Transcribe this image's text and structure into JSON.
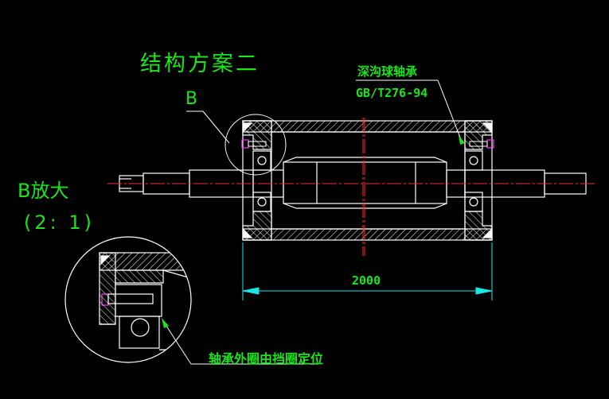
{
  "labels": {
    "title": "结构方案二",
    "detail_mark": "B",
    "detail_title": "B放大",
    "detail_scale": "(2: 1)",
    "bearing_name": "深沟球轴承",
    "bearing_standard": "GB/T276-94",
    "dimension": "2000",
    "note": "轴承外圈由挡圈定位"
  },
  "colors": {
    "background": "#000000",
    "outline": "#ffffff",
    "text": "#19e619",
    "centerline": "#ff2a2a",
    "dimension": "#19e6e6",
    "bolt": "#ff33ff",
    "hatch": "#ffffff"
  }
}
